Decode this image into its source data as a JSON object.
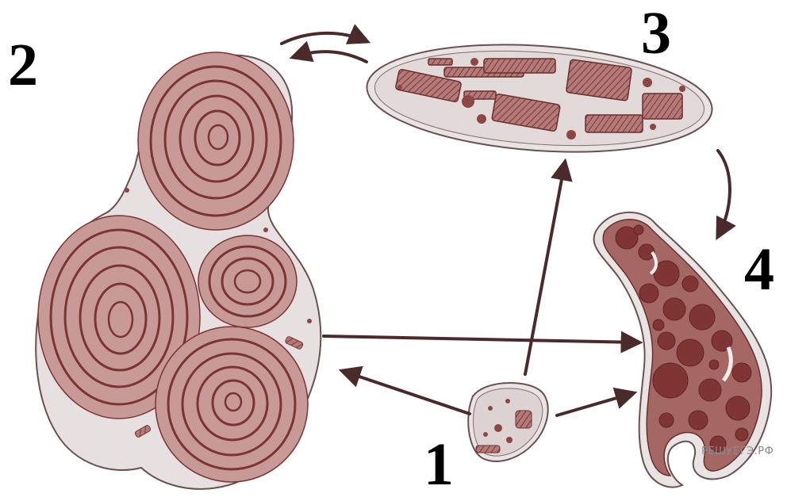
{
  "labels": {
    "stage_1": "1",
    "stage_2": "2",
    "stage_3": "3",
    "stage_4": "4"
  },
  "watermark": "РЕШУЕГЭ.РФ",
  "colors": {
    "membrane_fill": "#e9e4e4",
    "membrane_stroke": "#6b5050",
    "lamella": "#7a3434",
    "stroma": "#cfa7a4",
    "granule": "#8c4644",
    "arrow": "#4a2a2a",
    "text": "#000000"
  },
  "icons": [
    "chloroplast-icon",
    "proplastid-icon",
    "chromoplast-icon",
    "amyloplast-icon"
  ]
}
